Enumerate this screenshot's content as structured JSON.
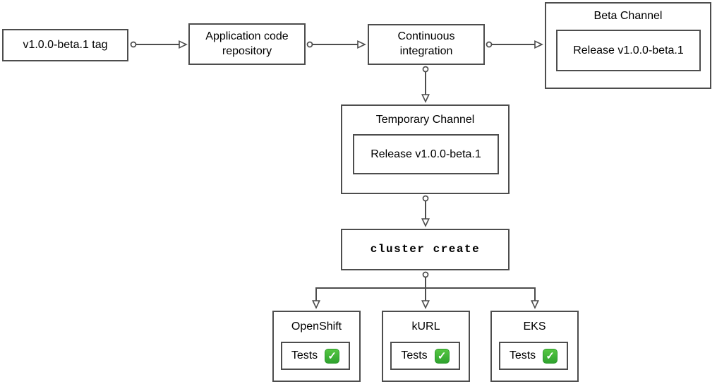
{
  "colors": {
    "stroke": "#4d4d4d",
    "text": "#000000",
    "background": "#ffffff",
    "check_green": "#3fb22f"
  },
  "nodes": {
    "tag": {
      "label": "v1.0.0-beta.1 tag"
    },
    "repo": {
      "label": "Application code repository"
    },
    "ci": {
      "label": "Continuous integration"
    },
    "beta_channel": {
      "title": "Beta Channel",
      "release_label": "Release v1.0.0-beta.1"
    },
    "temporary_channel": {
      "title": "Temporary Channel",
      "release_label": "Release v1.0.0-beta.1"
    },
    "cluster_create": {
      "label": "cluster create"
    },
    "openshift": {
      "title": "OpenShift",
      "tests_label": "Tests",
      "tests_status_icon": "✓"
    },
    "kurl": {
      "title": "kURL",
      "tests_label": "Tests",
      "tests_status_icon": "✓"
    },
    "eks": {
      "title": "EKS",
      "tests_label": "Tests",
      "tests_status_icon": "✓"
    }
  },
  "edges": [
    {
      "from": "tag",
      "to": "repo"
    },
    {
      "from": "repo",
      "to": "ci"
    },
    {
      "from": "ci",
      "to": "beta_channel"
    },
    {
      "from": "ci",
      "to": "temporary_channel"
    },
    {
      "from": "temporary_channel",
      "to": "cluster_create"
    },
    {
      "from": "cluster_create",
      "to": "openshift"
    },
    {
      "from": "cluster_create",
      "to": "kurl"
    },
    {
      "from": "cluster_create",
      "to": "eks"
    }
  ]
}
